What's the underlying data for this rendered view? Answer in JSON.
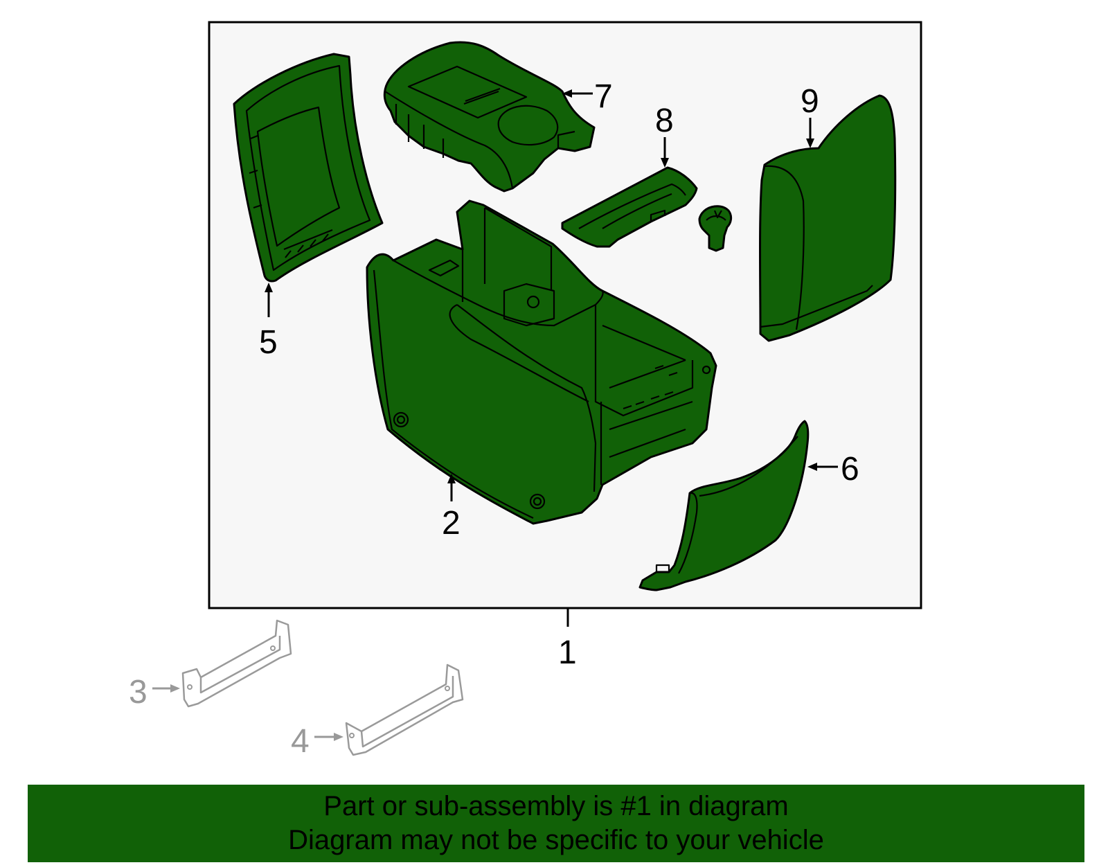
{
  "colors": {
    "part_fill": "#116107",
    "frame_background": "#f7f7f7",
    "ghost_part_stroke": "#9a9a9a",
    "ghost_label": "#999999",
    "banner_background": "#116107"
  },
  "callouts": {
    "c1": "1",
    "c2": "2",
    "c3": "3",
    "c4": "4",
    "c5": "5",
    "c6": "6",
    "c7": "7",
    "c8": "8",
    "c9": "9"
  },
  "banner": {
    "line1": "Part or sub-assembly is #1 in diagram",
    "line2": "Diagram may not be specific to your vehicle"
  }
}
